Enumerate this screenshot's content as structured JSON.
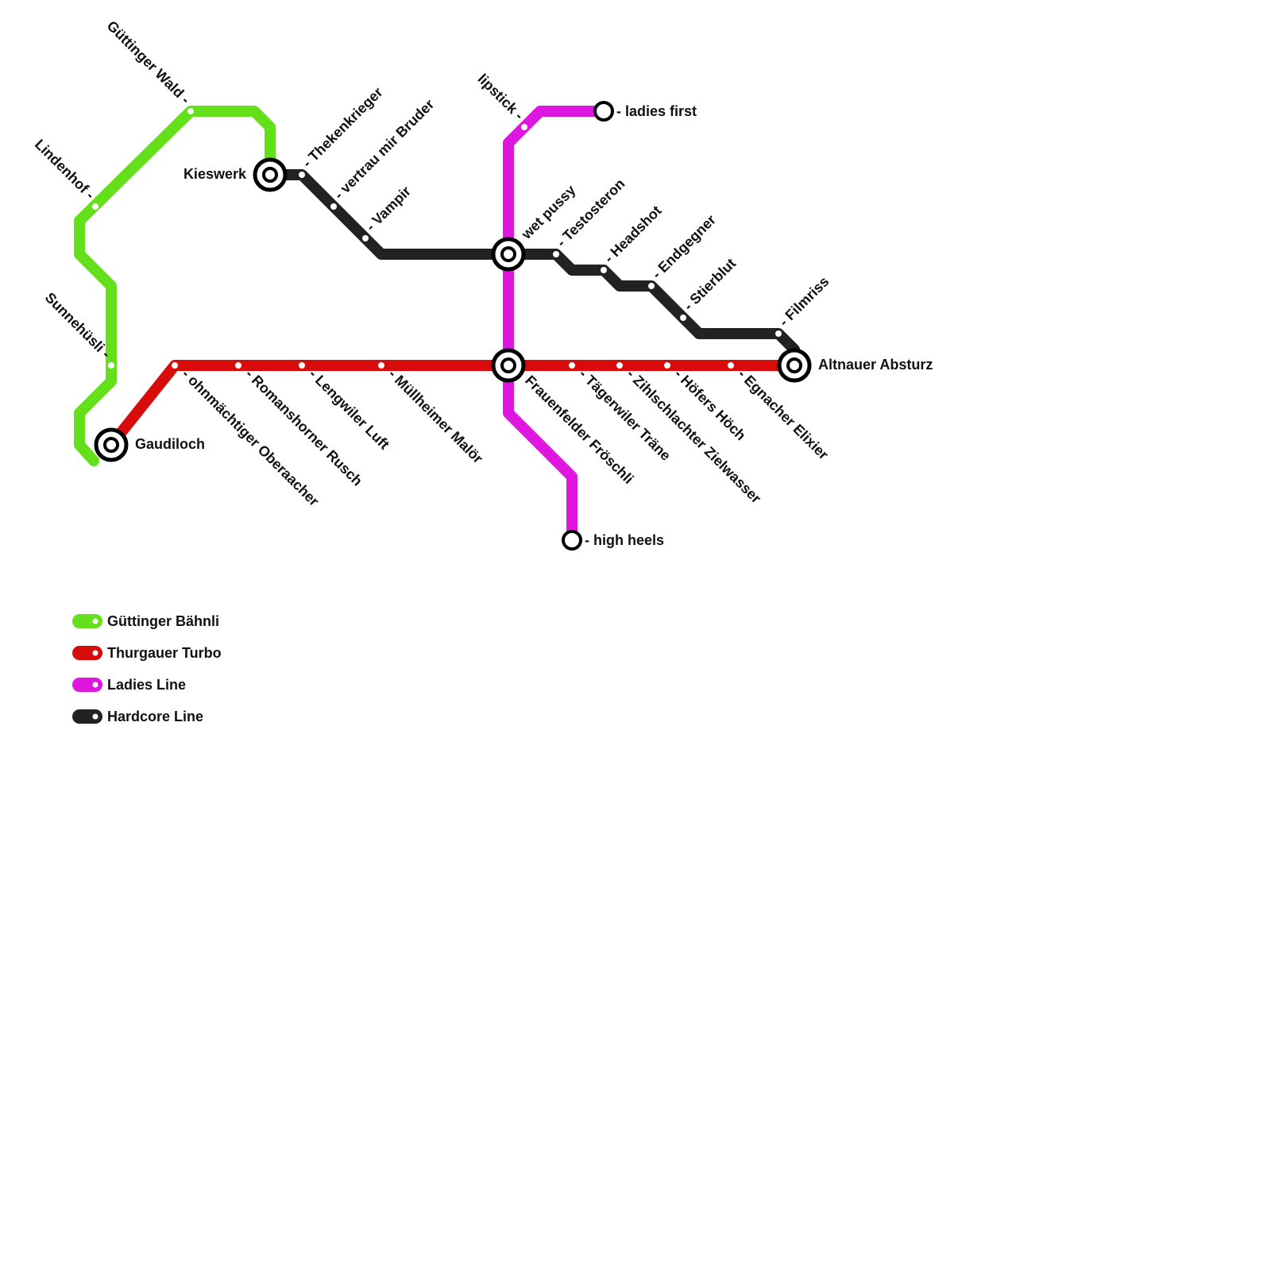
{
  "colors": {
    "green": "#63e01a",
    "red": "#d90c0c",
    "magenta": "#df16df",
    "black": "#222222"
  },
  "lines": [
    {
      "id": "gruen",
      "name": "Güttinger Bähnli",
      "color": "#63e01a"
    },
    {
      "id": "rot",
      "name": "Thurgauer Turbo",
      "color": "#d90c0c"
    },
    {
      "id": "pink",
      "name": "Ladies Line",
      "color": "#df16df"
    },
    {
      "id": "schwarz",
      "name": "Hardcore Line",
      "color": "#222222"
    }
  ],
  "stations": {
    "guettinger_wald": "Güttinger Wald -",
    "lindenhof": "Lindenhof -",
    "sunnehuesli": "Sunnehüsli -",
    "kieswerk": "Kieswerk",
    "gaudiloch": "Gaudiloch",
    "thekenkrieger": "- Thekenkrieger",
    "vertrau": "- vertrau mir Bruder",
    "vampir": "- Vampir",
    "lipstick": "lipstick -",
    "ladies_first": "- ladies first",
    "wet_pussy": "wet pussy",
    "testosteron": "- Testosteron",
    "headshot": "- Headshot",
    "endgegner": "- Endgegner",
    "stierblut": "- Stierblut",
    "filmriss": "- Filmriss",
    "altnauer": "Altnauer Absturz",
    "ohnmaechtiger": "- ohnmächtiger Oberaacher",
    "romanshorner": "- Romanshorner Rusch",
    "lengwiler": "- Lengwiler Luft",
    "muellheimer": "- Müllheimer Malör",
    "frauenfelder": "Frauenfelder Fröschli",
    "taegerwiler": "- Tägerwiler Träne",
    "zihlschlachter": "- Zihlschlachter Zielwasser",
    "hoefers": "- Höfers Höch",
    "egnacher": "- Egnacher Elixier",
    "high_heels": "- high heels"
  }
}
